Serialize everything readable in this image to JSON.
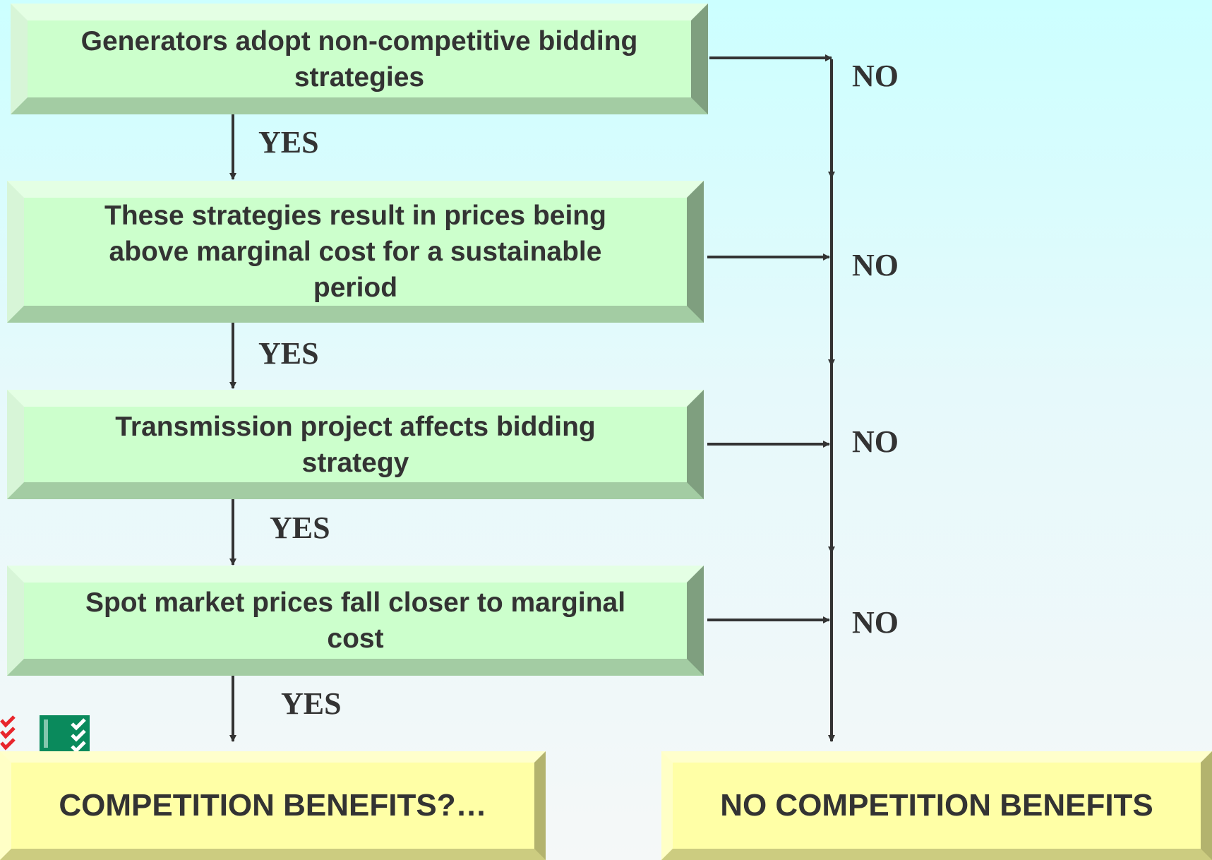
{
  "steps": [
    {
      "text": "Generators adopt non-competitive bidding strategies",
      "yes": "YES",
      "no": "NO"
    },
    {
      "text": "These strategies result in prices being above marginal cost for a sustainable period",
      "yes": "YES",
      "no": "NO"
    },
    {
      "text": "Transmission project affects bidding strategy",
      "yes": "YES",
      "no": "NO"
    },
    {
      "text": "Spot market prices fall closer to marginal cost",
      "yes": "YES",
      "no": "NO"
    }
  ],
  "outcomes": {
    "yes": "COMPETITION BENEFITS?…",
    "no": "NO COMPETITION BENEFITS"
  },
  "colors": {
    "decision_box": "#ccffcc",
    "outcome_box": "#ffffa6",
    "text": "#333333",
    "line": "#333333"
  },
  "icons": [
    "red-checkmarks-logo",
    "green-checkmarks-logo"
  ]
}
